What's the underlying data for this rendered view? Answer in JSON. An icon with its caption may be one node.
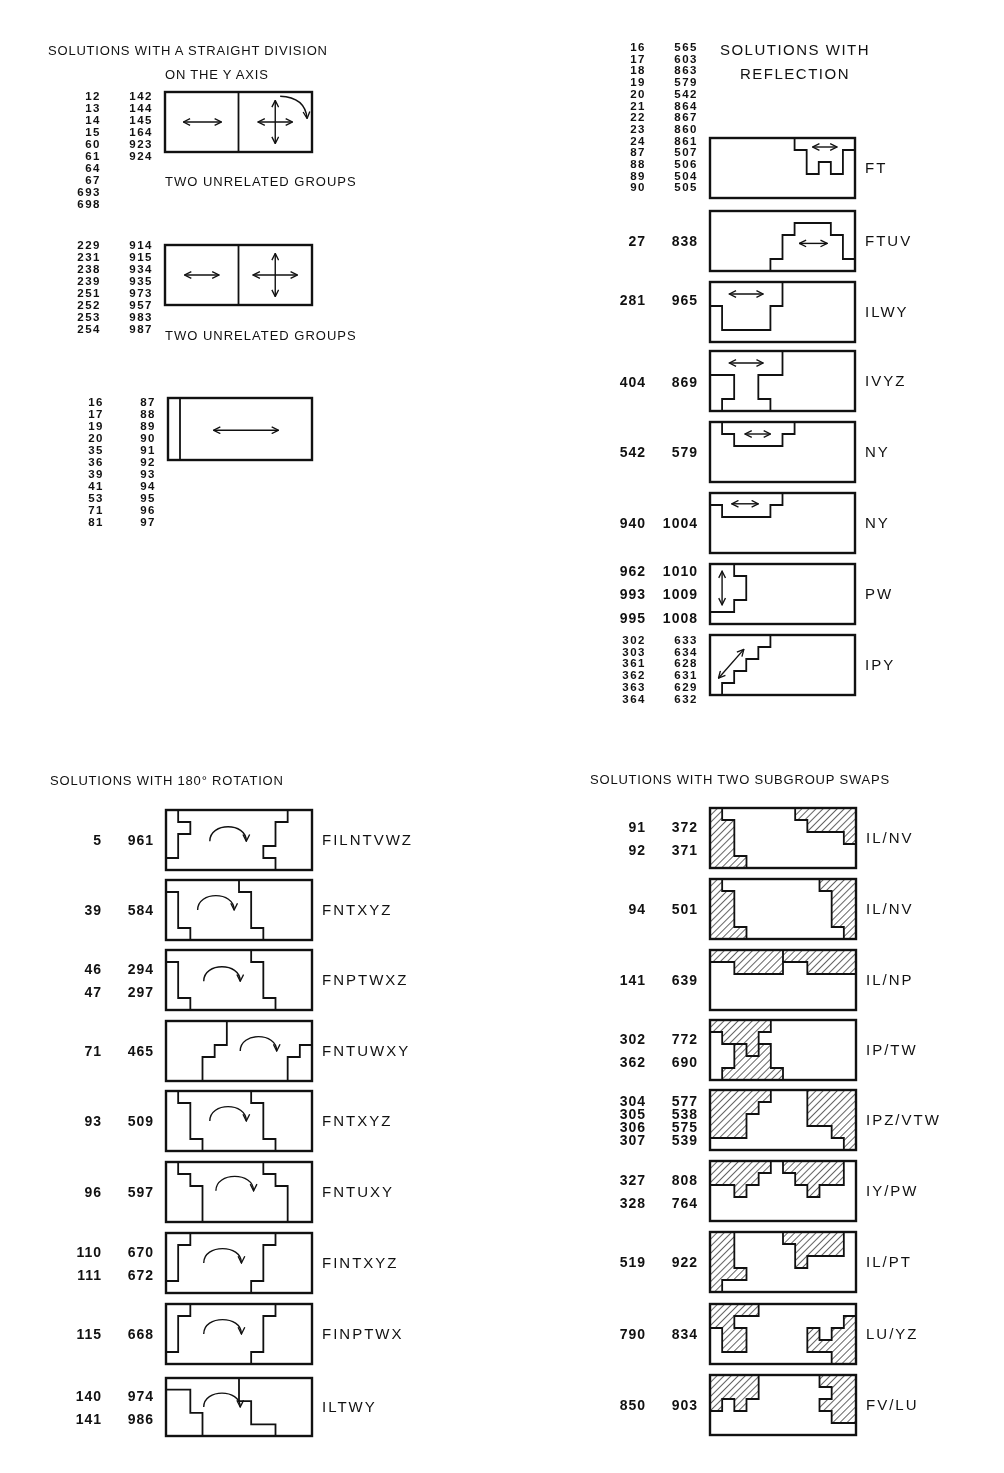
{
  "diagram": {
    "labels": [
      "SOLUTIONS WITH A STRAIGHT DIVISION",
      "ON THE Y AXIS",
      "12",
      "142",
      "13",
      "144",
      "14",
      "145",
      "15",
      "164",
      "60",
      "923",
      "61",
      "924",
      "64",
      "67",
      "693",
      "698",
      "TWO UNRELATED GROUPS",
      "229",
      "914",
      "231",
      "915",
      "238",
      "934",
      "239",
      "935",
      "251",
      "973",
      "252",
      "957",
      "253",
      "983",
      "254",
      "987",
      "TWO UNRELATED GROUPS",
      "16",
      "87",
      "17",
      "88",
      "19",
      "89",
      "20",
      "90",
      "35",
      "91",
      "36",
      "92",
      "39",
      "93",
      "41",
      "94",
      "53",
      "95",
      "71",
      "96",
      "81",
      "97",
      "SOLUTIONS WITH REFLECTION",
      "16",
      "565",
      "17",
      "603",
      "18",
      "863",
      "19",
      "579",
      "20",
      "542",
      "21",
      "864",
      "22",
      "867",
      "23",
      "860",
      "24",
      "861",
      "87",
      "507",
      "88",
      "506",
      "89",
      "504",
      "90",
      "505",
      "FT",
      "27",
      "838",
      "FTUV",
      "281",
      "965",
      "ILWY",
      "404",
      "869",
      "IVYZ",
      "542",
      "579",
      "NY",
      "940",
      "1004",
      "NY",
      "962",
      "1010",
      "993",
      "1009",
      "995",
      "1008",
      "PW",
      "302",
      "633",
      "303",
      "634",
      "361",
      "628",
      "362",
      "631",
      "363",
      "629",
      "364",
      "632",
      "IPY",
      "SOLUTIONS WITH 180° ROTATION",
      "5",
      "961",
      "FILNTVWZ",
      "39",
      "584",
      "FNTXYZ",
      "46",
      "294",
      "47",
      "297",
      "FNPTWXZ",
      "71",
      "465",
      "FNTUWXY",
      "93",
      "509",
      "FNTXYZ",
      "96",
      "597",
      "FNTUXY",
      "110",
      "670",
      "111",
      "672",
      "FINTXYZ",
      "115",
      "668",
      "FINPTWX",
      "140",
      "974",
      "141",
      "986",
      "ILTWY",
      "SOLUTIONS WITH TWO SUBGROUP SWAPS",
      "91",
      "372",
      "92",
      "371",
      "IL/NV",
      "94",
      "501",
      "IL/NV",
      "141",
      "639",
      "IL/NP",
      "302",
      "772",
      "362",
      "690",
      "IP/TW",
      "304",
      "577",
      "305",
      "538",
      "306",
      "575",
      "307",
      "539",
      "IPZ/VTW",
      "327",
      "808",
      "328",
      "764",
      "IY/PW",
      "519",
      "922",
      "IL/PT",
      "790",
      "834",
      "LU/YZ",
      "850",
      "903",
      "FV/LU"
    ]
  }
}
